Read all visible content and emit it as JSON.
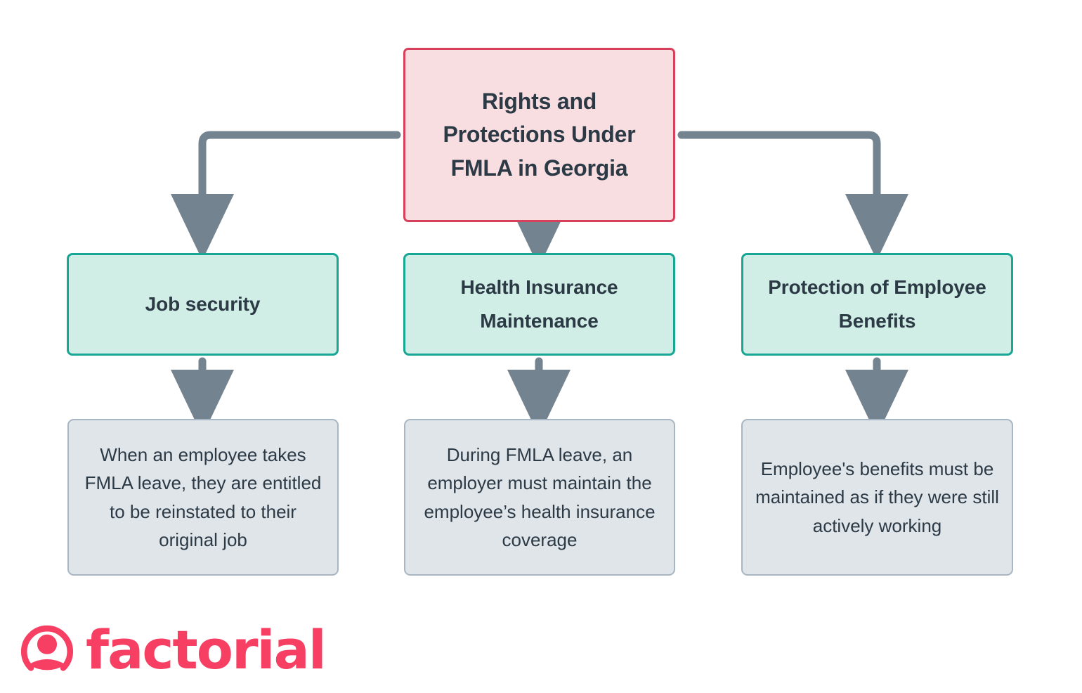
{
  "diagram": {
    "type": "flowchart",
    "orientation": "top-down",
    "root": {
      "id": "rights-protections",
      "label": "Rights and Protections Under FMLA in Georgia",
      "fill": "#f8dde1",
      "border": "#d8415c"
    },
    "branches": [
      {
        "id": "job-security",
        "category": "Job security",
        "description": "When an employee takes FMLA leave, they are entitled to be reinstated to their original job"
      },
      {
        "id": "health-insurance-maintenance",
        "category": "Health Insurance Maintenance",
        "description": "During FMLA leave, an employer must maintain the employee’s health insurance coverage"
      },
      {
        "id": "protection-of-employee-benefits",
        "category": "Protection of Employee Benefits",
        "description": "Employee's benefits must be maintained as if they were still actively working"
      }
    ],
    "colors": {
      "category_fill": "#d1eee6",
      "category_border": "#18a795",
      "description_fill": "#e0e5ea",
      "description_border": "#a8b6c3",
      "connector": "#73838f",
      "text": "#2c3a46",
      "background": "#ffffff"
    }
  },
  "logo": {
    "wordmark": "factorial",
    "color": "#f63f63",
    "mark_name": "person-avatar-icon"
  }
}
